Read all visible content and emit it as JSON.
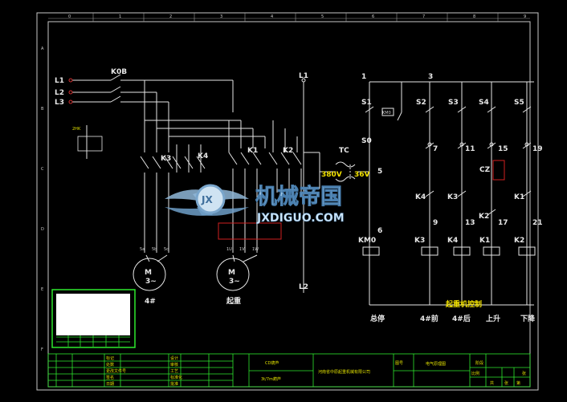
{
  "columns": [
    "0",
    "1",
    "2",
    "3",
    "4",
    "5",
    "6",
    "7",
    "8",
    "9"
  ],
  "rows": [
    "A",
    "B",
    "C",
    "D",
    "E",
    "F"
  ],
  "power": {
    "phases": [
      "L1",
      "L2",
      "L3"
    ],
    "main_switch": "K0B",
    "breaker_label": "2HK",
    "contactors": [
      "K3",
      "K4",
      "K1",
      "K2"
    ],
    "motor1": {
      "name": "M",
      "phase": "3~",
      "terminals": [
        "5a",
        "5b",
        "5c"
      ],
      "caption": "4#"
    },
    "motor2": {
      "name": "M",
      "phase": "3~",
      "terminals": [
        "1U",
        "1V",
        "1W"
      ],
      "caption": "起重"
    }
  },
  "control": {
    "supply_top": "L1",
    "supply_bottom": "L2",
    "transformer": "TC",
    "voltage_primary": "380V",
    "voltage_secondary": "36V",
    "nodes_top": [
      "1",
      "3"
    ],
    "switches": [
      "S1",
      "S2",
      "S3",
      "S4",
      "S5"
    ],
    "estop": "KM0",
    "start_button": "S0",
    "wire_numbers": [
      "5",
      "6",
      "7",
      "9",
      "11",
      "13",
      "15",
      "17",
      "19",
      "21"
    ],
    "interlocks": [
      "K4",
      "K3",
      "K2",
      "K1",
      "CZ"
    ],
    "coils": [
      "KM0",
      "K3",
      "K4",
      "K1",
      "K2"
    ],
    "bottom_captions": [
      "总停",
      "4#前",
      "4#后",
      "上升",
      "下降"
    ],
    "group_label": "起重机控制"
  },
  "title_block": {
    "company": "河南省中原起重机械有限公司",
    "product": "CD葫芦",
    "product_sub": "3t/7m葫芦",
    "drawing_title": "电气原理图",
    "field_labels": [
      "标记",
      "处数",
      "更改文件号",
      "签名",
      "日期",
      "设计",
      "审核",
      "工艺",
      "标准化",
      "批准"
    ],
    "labels_right": [
      "图号",
      "比例",
      "共",
      "张",
      "第",
      "张",
      "阶段"
    ]
  },
  "watermark": {
    "badge": "JX",
    "text_cn": "机械帝国",
    "text_en": "JXDIGUO.COM"
  }
}
